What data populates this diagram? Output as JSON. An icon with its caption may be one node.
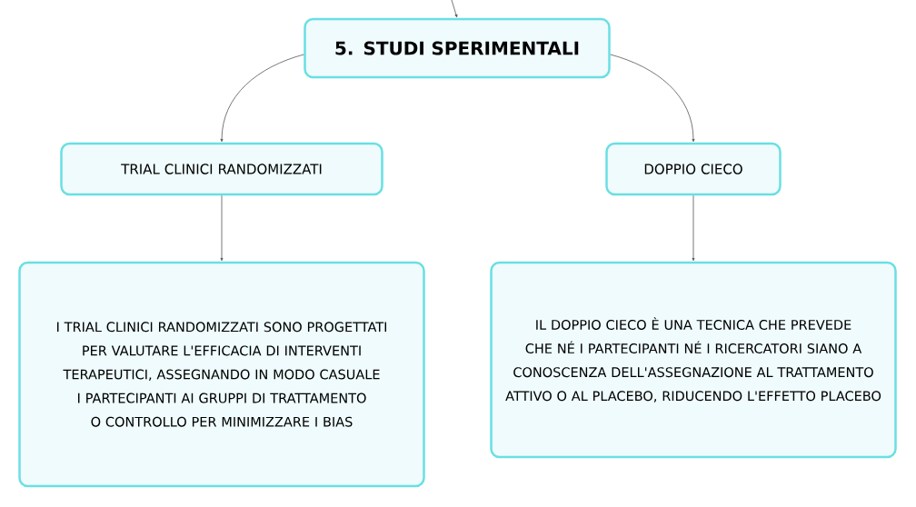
{
  "diagram": {
    "nodes": [
      {
        "text": [
          "5. STUDI SPERIMENTALI"
        ]
      },
      {
        "text": [
          "TRIAL CLINICI RANDOMIZZATI"
        ]
      },
      {
        "text": [
          "DOPPIO CIECO"
        ]
      },
      {
        "text": [
          "I TRIAL CLINICI RANDOMIZZATI SONO PROGETTATI PER VALUTARE L'EFFICACIA DI INTERVENTI TERAPEUTICI, ASSEGNANDO IN MODO CASUALE I PARTECIPANTI AI GRUPPI DI TRATTAMENTO O CONTROLLO PER MINIMIZZARE I BIAS"
        ]
      },
      {
        "text": [
          "IL DOPPIO CIECO È UNA TECNICA CHE PREVEDE CHE NÉ I PARTECIPANTI NÉ I RICERCATORI SIANO A CONOSCENZA DELL'ASSEGNAZIONE AL TRATTAMENTO ATTIVO O AL PLACEBO, RIDUCENDO L'EFFETTO PLACEBO"
        ]
      }
    ],
    "edges": [
      {
        "from": null,
        "to": 0,
        "arrow": "to"
      },
      {
        "from": 0,
        "to": 1,
        "arrow": "to"
      },
      {
        "from": 0,
        "to": 2,
        "arrow": "to"
      },
      {
        "from": 1,
        "to": 3,
        "arrow": "to"
      },
      {
        "from": 2,
        "to": 4,
        "arrow": "to"
      }
    ]
  }
}
